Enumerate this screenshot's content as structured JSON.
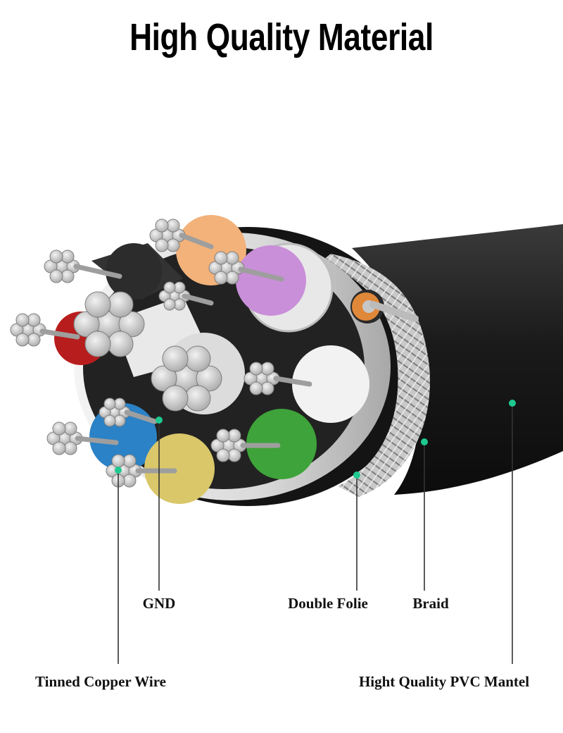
{
  "title": "High Quality Material",
  "labels": {
    "gnd": "GND",
    "double_folie": "Double Folie",
    "braid": "Braid",
    "tinned_copper_wire": "Tinned Copper Wire",
    "pvc_mantel": "Hight Quality PVC Mantel"
  },
  "colors": {
    "marker": "#1ec990",
    "leader_line": "#333333",
    "jacket": "#1b1b1b"
  }
}
